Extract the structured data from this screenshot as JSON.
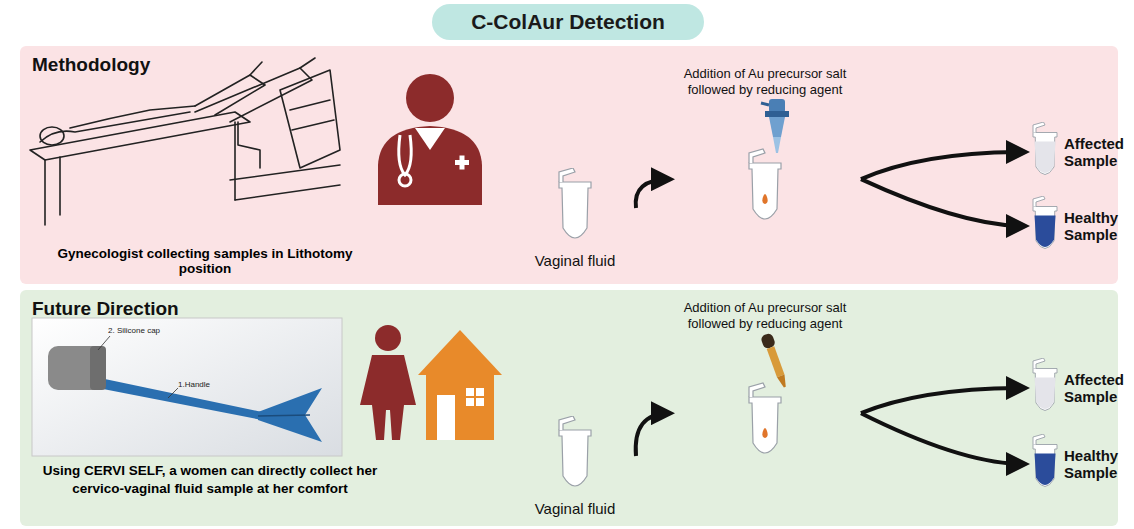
{
  "diagram": {
    "title": "C-ColAur Detection",
    "nodes": [
      {
        "text": [
          "C-ColAur Detection"
        ]
      },
      {
        "text": [
          "Methodology"
        ]
      },
      {
        "text": [
          "Vaginal fluid"
        ],
        "in": 1
      },
      {
        "text": [
          "Addition of Au precursor salt followed by reducing agent"
        ],
        "in": 1
      },
      {
        "text": [
          "Affected Sample"
        ],
        "in": 1
      },
      {
        "text": [
          "Healthy Sample"
        ],
        "in": 1
      },
      {
        "text": [
          "Future Direction"
        ]
      },
      {
        "text": [
          "Vaginal fluid"
        ],
        "in": 6
      },
      {
        "text": [
          "Addition of Au precursor salt followed by reducing agent"
        ],
        "in": 6
      },
      {
        "text": [
          "Affected Sample"
        ],
        "in": 6
      },
      {
        "text": [
          "Healthy Sample"
        ],
        "in": 6
      }
    ],
    "edges": [
      {
        "from": 2,
        "to": 3,
        "arrow": "to"
      },
      {
        "from": 3,
        "to": 4,
        "arrow": "to"
      },
      {
        "from": 3,
        "to": 5,
        "arrow": "to"
      },
      {
        "from": 7,
        "to": 8,
        "arrow": "to"
      },
      {
        "from": 8,
        "to": 9,
        "arrow": "to"
      },
      {
        "from": 8,
        "to": 10,
        "arrow": "to"
      }
    ],
    "labels": [
      "Gynecologist collecting samples in Lithotomy position",
      "Using CERVI SELF, a women can directly collect her cervico-vaginal fluid sample at her comfort",
      "2. Silicone cap",
      "1.Handle"
    ]
  }
}
